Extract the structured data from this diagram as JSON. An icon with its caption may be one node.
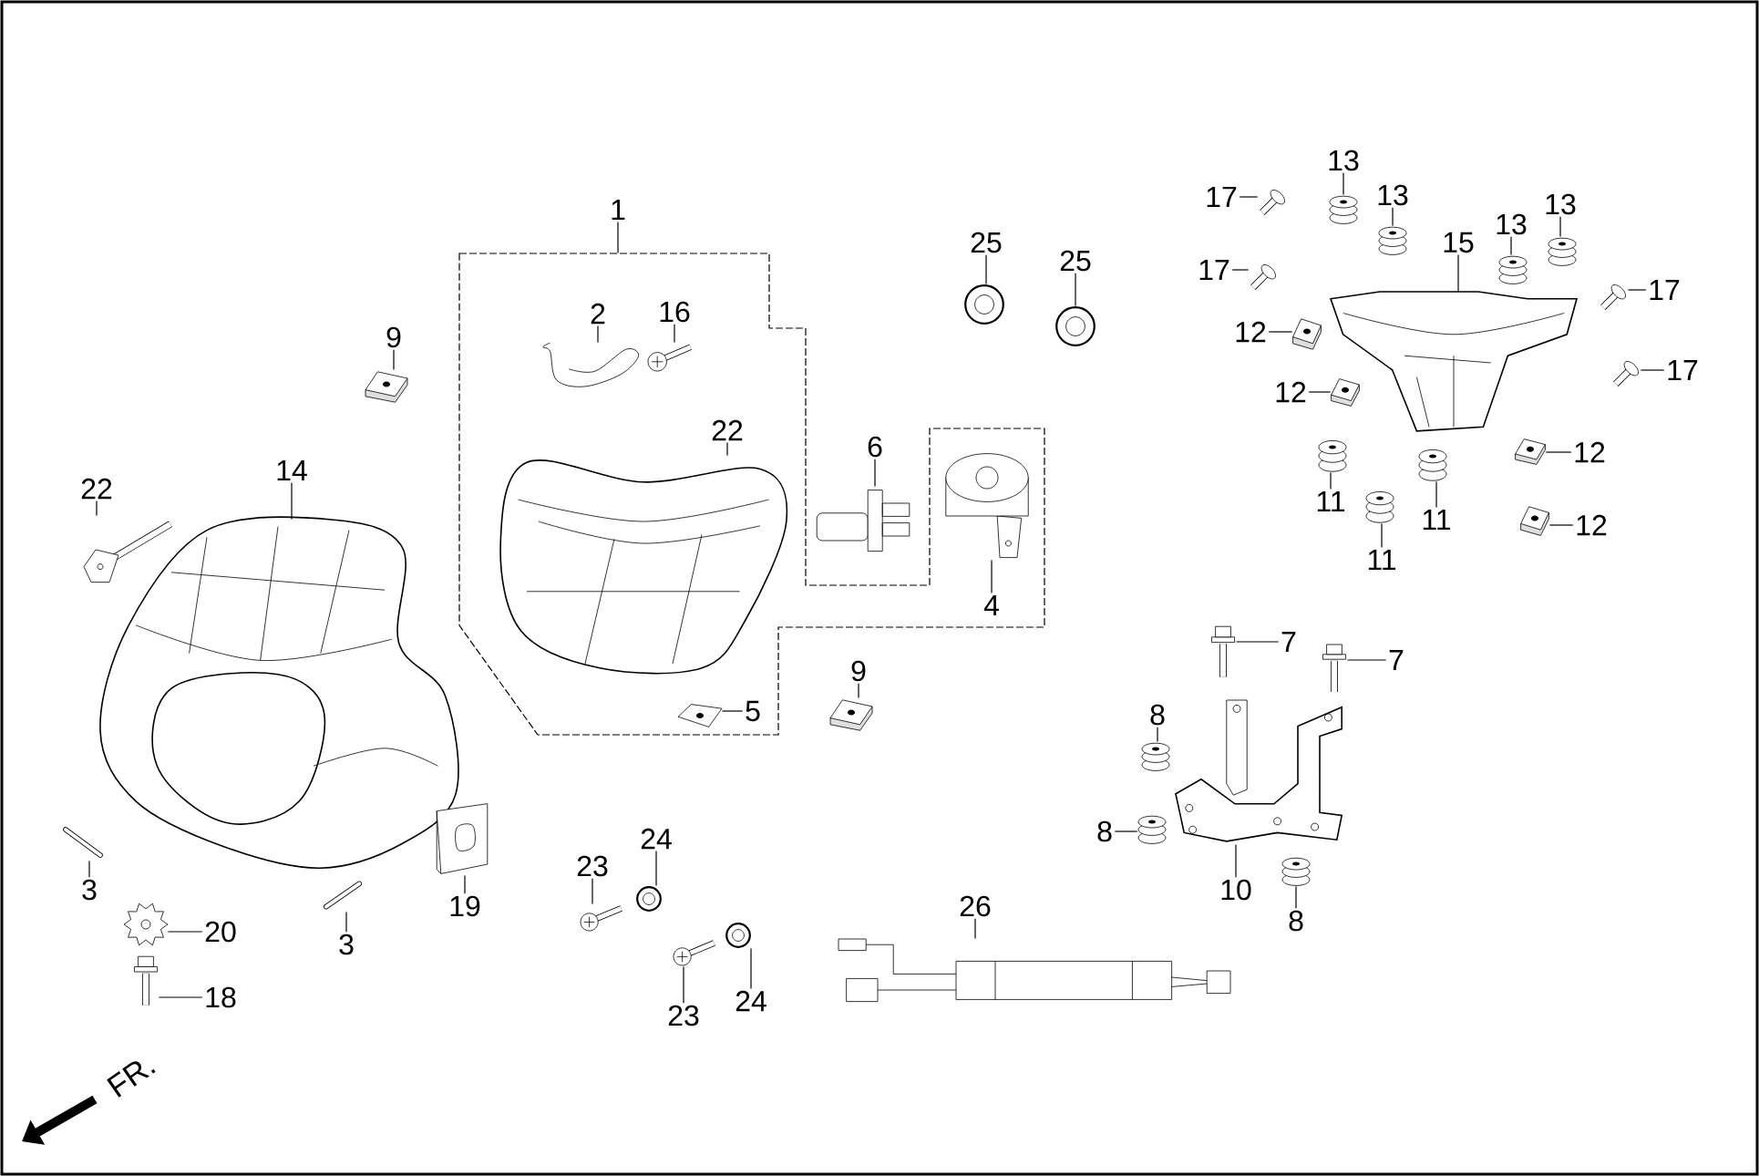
{
  "diagram": {
    "nodes": [
      {
        "text": [],
        "shape": "box"
      },
      {
        "text": [
          "1"
        ]
      },
      {
        "text": [
          "2"
        ],
        "in": 0
      },
      {
        "text": [],
        "shape": "picture",
        "in": 0
      },
      {
        "text": [
          "16"
        ],
        "in": 0
      },
      {
        "text": [],
        "shape": "picture",
        "in": 0
      },
      {
        "text": [
          "22"
        ],
        "in": 0
      },
      {
        "text": [],
        "shape": "picture",
        "in": 0
      },
      {
        "text": [
          "6"
        ],
        "in": 0
      },
      {
        "text": [],
        "shape": "picture",
        "in": 0
      },
      {
        "text": [
          "4"
        ],
        "in": 0
      },
      {
        "text": [],
        "shape": "picture",
        "in": 0
      },
      {
        "text": [
          "5"
        ],
        "in": 0
      },
      {
        "text": [],
        "shape": "picture",
        "in": 0
      },
      {
        "text": [
          "9"
        ]
      },
      {
        "text": [],
        "shape": "picture"
      },
      {
        "text": [
          "22"
        ]
      },
      {
        "text": [],
        "shape": "picture"
      },
      {
        "text": [
          "14"
        ]
      },
      {
        "text": [],
        "shape": "picture"
      },
      {
        "text": [
          "25"
        ]
      },
      {
        "text": [],
        "shape": "picture"
      },
      {
        "text": [
          "25"
        ]
      },
      {
        "text": [],
        "shape": "picture"
      },
      {
        "text": [
          "9"
        ]
      },
      {
        "text": [],
        "shape": "picture"
      },
      {
        "text": [
          "3"
        ]
      },
      {
        "text": [],
        "shape": "picture"
      },
      {
        "text": [
          "3"
        ]
      },
      {
        "text": [],
        "shape": "picture"
      },
      {
        "text": [
          "19"
        ]
      },
      {
        "text": [],
        "shape": "picture"
      },
      {
        "text": [
          "20"
        ]
      },
      {
        "text": [],
        "shape": "picture"
      },
      {
        "text": [
          "18"
        ]
      },
      {
        "text": [],
        "shape": "picture"
      },
      {
        "text": [
          "23"
        ]
      },
      {
        "text": [],
        "shape": "picture"
      },
      {
        "text": [
          "24"
        ]
      },
      {
        "text": [],
        "shape": "picture"
      },
      {
        "text": [
          "23"
        ]
      },
      {
        "text": [],
        "shape": "picture"
      },
      {
        "text": [
          "24"
        ]
      },
      {
        "text": [],
        "shape": "picture"
      },
      {
        "text": [
          "26"
        ]
      },
      {
        "text": [],
        "shape": "picture"
      },
      {
        "text": [
          "7"
        ]
      },
      {
        "text": [],
        "shape": "picture"
      },
      {
        "text": [
          "7"
        ]
      },
      {
        "text": [],
        "shape": "picture"
      },
      {
        "text": [
          "8"
        ]
      },
      {
        "text": [],
        "shape": "picture"
      },
      {
        "text": [
          "8"
        ]
      },
      {
        "text": [],
        "shape": "picture"
      },
      {
        "text": [
          "8"
        ]
      },
      {
        "text": [],
        "shape": "picture"
      },
      {
        "text": [
          "10"
        ]
      },
      {
        "text": [],
        "shape": "picture"
      },
      {
        "text": [
          "13"
        ]
      },
      {
        "text": [],
        "shape": "picture"
      },
      {
        "text": [
          "13"
        ]
      },
      {
        "text": [],
        "shape": "picture"
      },
      {
        "text": [
          "13"
        ]
      },
      {
        "text": [],
        "shape": "picture"
      },
      {
        "text": [
          "13"
        ]
      },
      {
        "text": [],
        "shape": "picture"
      },
      {
        "text": [
          "15"
        ]
      },
      {
        "text": [],
        "shape": "picture"
      },
      {
        "text": [
          "17"
        ]
      },
      {
        "text": [],
        "shape": "picture"
      },
      {
        "text": [
          "17"
        ]
      },
      {
        "text": [],
        "shape": "picture"
      },
      {
        "text": [
          "17"
        ]
      },
      {
        "text": [],
        "shape": "picture"
      },
      {
        "text": [
          "17"
        ]
      },
      {
        "text": [],
        "shape": "picture"
      },
      {
        "text": [
          "12"
        ]
      },
      {
        "text": [],
        "shape": "picture"
      },
      {
        "text": [
          "12"
        ]
      },
      {
        "text": [],
        "shape": "picture"
      },
      {
        "text": [
          "12"
        ]
      },
      {
        "text": [],
        "shape": "picture"
      },
      {
        "text": [
          "12"
        ]
      },
      {
        "text": [],
        "shape": "picture"
      },
      {
        "text": [
          "11"
        ]
      },
      {
        "text": [],
        "shape": "picture"
      },
      {
        "text": [
          "11"
        ]
      },
      {
        "text": [],
        "shape": "picture"
      },
      {
        "text": [
          "11"
        ]
      },
      {
        "text": [],
        "shape": "picture"
      }
    ],
    "edges": [
      {
        "from": 1,
        "to": 0,
        "arrow": "none"
      },
      {
        "from": 2,
        "to": 3,
        "arrow": "none"
      },
      {
        "from": 4,
        "to": 5,
        "arrow": "none"
      },
      {
        "from": 6,
        "to": 7,
        "arrow": "none"
      },
      {
        "from": 8,
        "to": 9,
        "arrow": "none"
      },
      {
        "from": 10,
        "to": 11,
        "arrow": "none"
      },
      {
        "from": 12,
        "to": 13,
        "arrow": "none"
      },
      {
        "from": 14,
        "to": 15,
        "arrow": "none"
      },
      {
        "from": 16,
        "to": 17,
        "arrow": "none"
      },
      {
        "from": 18,
        "to": 19,
        "arrow": "none"
      },
      {
        "from": 20,
        "to": 21,
        "arrow": "none"
      },
      {
        "from": 22,
        "to": 23,
        "arrow": "none"
      },
      {
        "from": 24,
        "to": 25,
        "arrow": "none"
      },
      {
        "from": 26,
        "to": 27,
        "arrow": "none"
      },
      {
        "from": 28,
        "to": 29,
        "arrow": "none"
      },
      {
        "from": 30,
        "to": 31,
        "arrow": "none"
      },
      {
        "from": 32,
        "to": 33,
        "arrow": "none"
      },
      {
        "from": 34,
        "to": 35,
        "arrow": "none"
      },
      {
        "from": 36,
        "to": 37,
        "arrow": "none"
      },
      {
        "from": 38,
        "to": 39,
        "arrow": "none"
      },
      {
        "from": 40,
        "to": 41,
        "arrow": "none"
      },
      {
        "from": 42,
        "to": 43,
        "arrow": "none"
      },
      {
        "from": 44,
        "to": 45,
        "arrow": "none"
      },
      {
        "from": 46,
        "to": 47,
        "arrow": "none"
      },
      {
        "from": 48,
        "to": 49,
        "arrow": "none"
      },
      {
        "from": 50,
        "to": 51,
        "arrow": "none"
      },
      {
        "from": 52,
        "to": 53,
        "arrow": "none"
      },
      {
        "from": 54,
        "to": 55,
        "arrow": "none"
      },
      {
        "from": 56,
        "to": 57,
        "arrow": "none"
      },
      {
        "from": 58,
        "to": 59,
        "arrow": "none"
      },
      {
        "from": 60,
        "to": 61,
        "arrow": "none"
      },
      {
        "from": 62,
        "to": 63,
        "arrow": "none"
      },
      {
        "from": 64,
        "to": 65,
        "arrow": "none"
      },
      {
        "from": 66,
        "to": 67,
        "arrow": "none"
      },
      {
        "from": 68,
        "to": 69,
        "arrow": "none"
      },
      {
        "from": 70,
        "to": 71,
        "arrow": "none"
      },
      {
        "from": 72,
        "to": 73,
        "arrow": "none"
      },
      {
        "from": 74,
        "to": 75,
        "arrow": "none"
      },
      {
        "from": 76,
        "to": 77,
        "arrow": "none"
      },
      {
        "from": 78,
        "to": 79,
        "arrow": "none"
      },
      {
        "from": 80,
        "to": 81,
        "arrow": "none"
      },
      {
        "from": 82,
        "to": 83,
        "arrow": "none"
      },
      {
        "from": 84,
        "to": 85,
        "arrow": "none"
      },
      {
        "from": 86,
        "to": 87,
        "arrow": "none"
      },
      {
        "from": 88,
        "to": 89,
        "arrow": "none"
      }
    ],
    "labels": [
      "FR."
    ]
  }
}
